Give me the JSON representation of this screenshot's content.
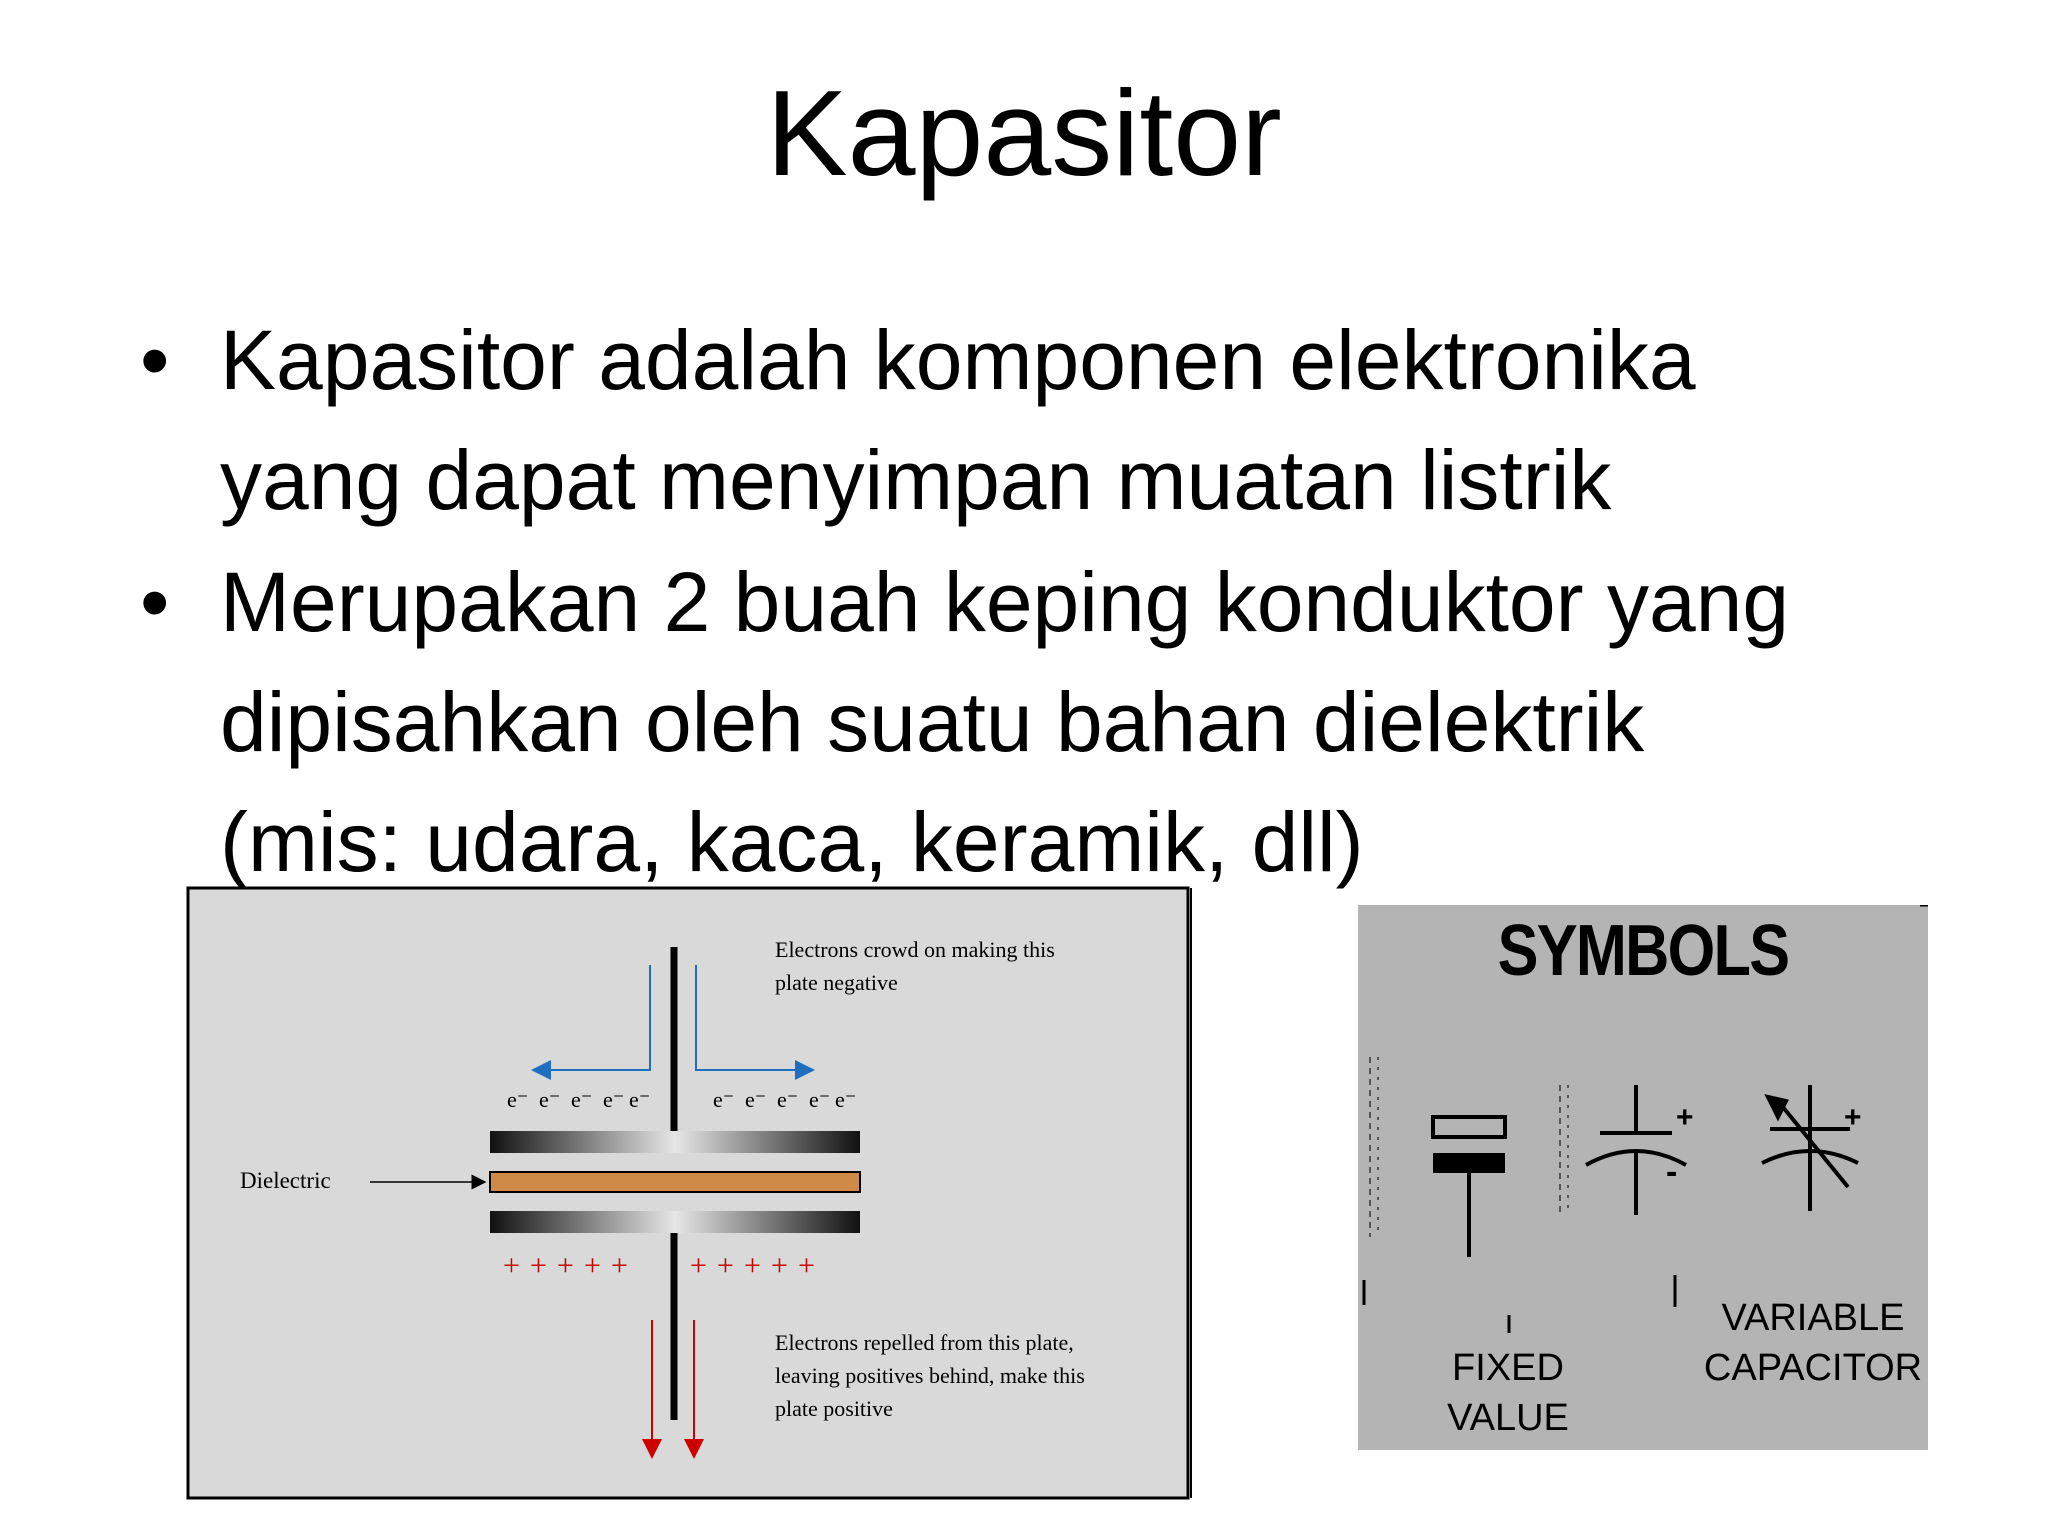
{
  "slide": {
    "title": "Kapasitor",
    "bullets": [
      {
        "mark": "•",
        "lines": [
          "Kapasitor adalah komponen elektronika",
          "yang dapat menyimpan muatan listrik"
        ]
      },
      {
        "mark": "•",
        "lines": [
          "Merupakan 2 buah keping konduktor yang",
          "dipisahkan oleh suatu bahan dielektrik",
          "(mis: udara, kaca, keramik, dll)"
        ]
      }
    ]
  },
  "capacitor_diagram": {
    "top_note": [
      "Electrons crowd on making this",
      "plate negative"
    ],
    "bottom_note": [
      "Electrons repelled from this plate,",
      "leaving positives behind, make this",
      "plate positive"
    ],
    "dielectric_label": "Dielectric",
    "electron_label": "e⁻",
    "positive_label": "+",
    "colors": {
      "background": "#d9d9d9",
      "dielectric": "#d08a47",
      "arrow_top": "#1f6fc0",
      "arrow_bottom": "#cc0000",
      "positive": "#cc0000"
    }
  },
  "symbols_panel": {
    "heading": "SYMBOLS",
    "left_caption": [
      "FIXED",
      "VALUE"
    ],
    "right_caption": [
      "VARIABLE",
      "CAPACITOR"
    ],
    "plus_sign": "+",
    "minus_sign": "-",
    "colors": {
      "background": "#b4b4b4"
    }
  }
}
